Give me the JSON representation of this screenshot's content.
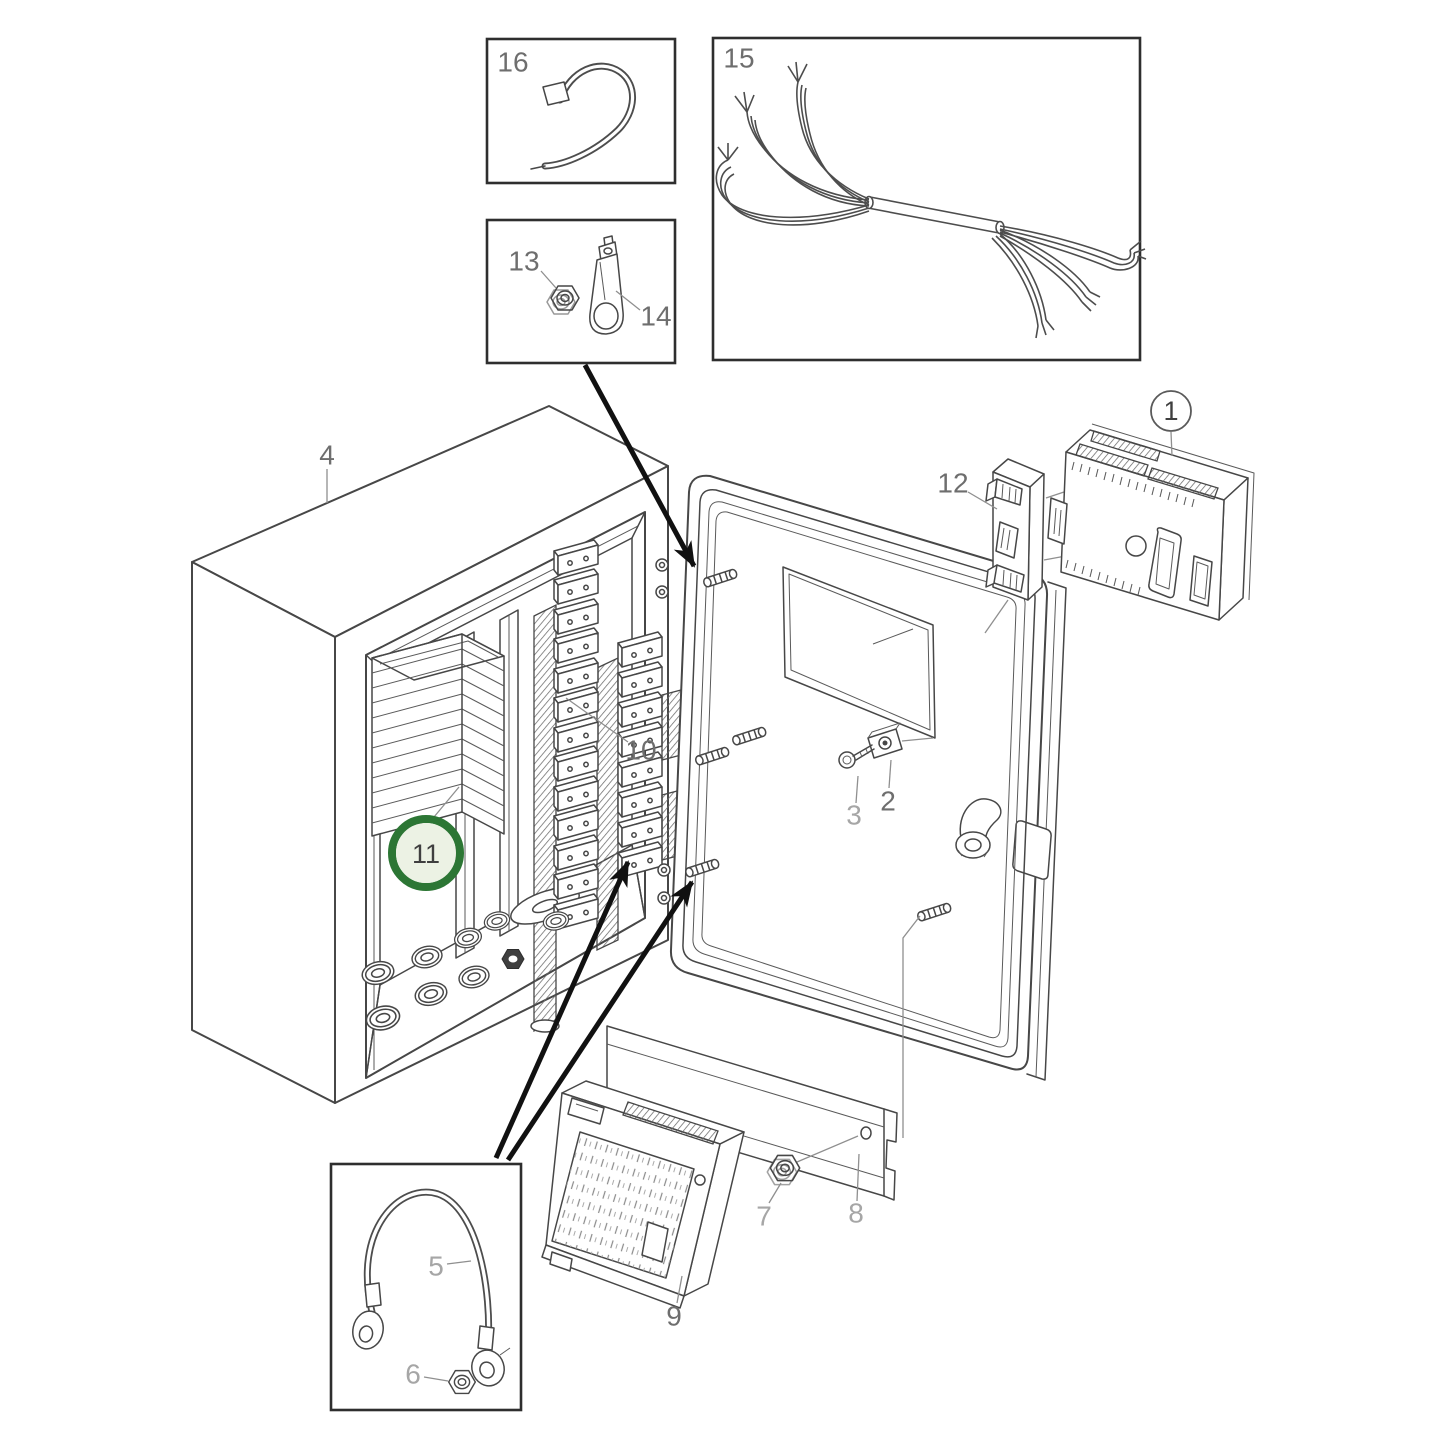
{
  "colors": {
    "highlight_ring": "#2c7634",
    "highlight_fill": "#ecf2e4",
    "diagram_line": "#474747",
    "arrow": "#111111"
  },
  "parts": [
    {
      "num": "1"
    },
    {
      "num": "2"
    },
    {
      "num": "3"
    },
    {
      "num": "4"
    },
    {
      "num": "5"
    },
    {
      "num": "6"
    },
    {
      "num": "7"
    },
    {
      "num": "8"
    },
    {
      "num": "9"
    },
    {
      "num": "10"
    },
    {
      "num": "11"
    },
    {
      "num": "12"
    },
    {
      "num": "13"
    },
    {
      "num": "14"
    },
    {
      "num": "15"
    },
    {
      "num": "16"
    }
  ]
}
